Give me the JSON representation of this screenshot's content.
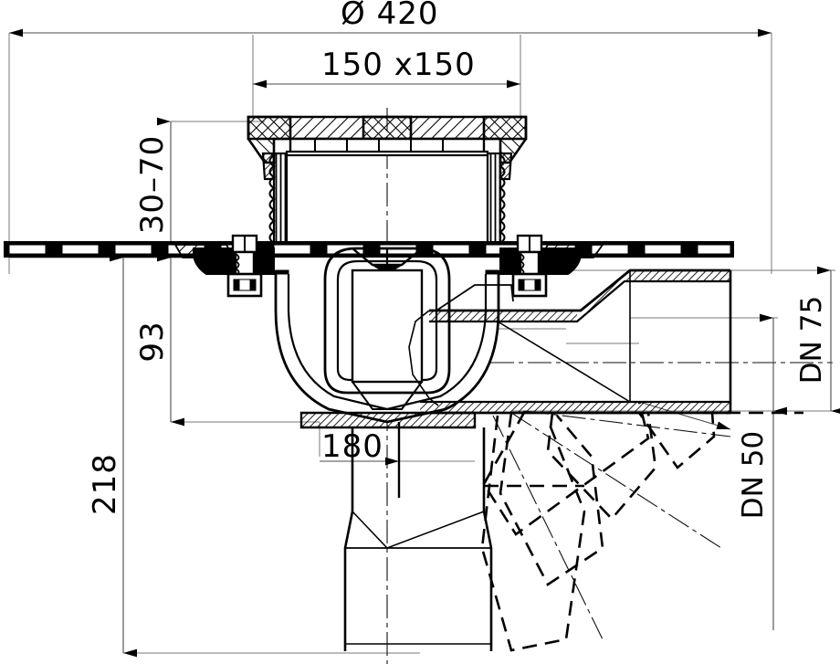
{
  "drawing": {
    "type": "technical-cross-section",
    "subject": "floor drain with adjustable horizontal outlet and trap insert",
    "line_color": "#000000",
    "thin_line_color": "#6b6b6b",
    "background": "#ffffff",
    "view": "vertical section"
  },
  "dimensions": {
    "outer_diameter": "Ø 420",
    "grate_size": "150 x150",
    "height_adjust": "30–70",
    "depth_mid": "93",
    "total_height": "218",
    "outlet_offset": "180",
    "outlet_nominal_large": "DN 75",
    "outlet_nominal_small": "DN 50"
  },
  "labels": {
    "diameter": {
      "text": "Ø 420",
      "orient": "horizontal",
      "position": "top-center"
    },
    "square": {
      "text": "150 x150",
      "orient": "horizontal",
      "position": "top-center-lower"
    },
    "adjust": {
      "text": "30–70",
      "orient": "vertical",
      "position": "left-upper"
    },
    "mid": {
      "text": "93",
      "orient": "vertical",
      "position": "left-middle"
    },
    "total": {
      "text": "218",
      "orient": "vertical",
      "position": "left-lower"
    },
    "offset": {
      "text": "180",
      "orient": "horizontal",
      "position": "center-lower"
    },
    "dn75": {
      "text": "DN 75",
      "orient": "vertical",
      "position": "right-outer"
    },
    "dn50": {
      "text": "DN 50",
      "orient": "vertical",
      "position": "right-inner"
    }
  }
}
